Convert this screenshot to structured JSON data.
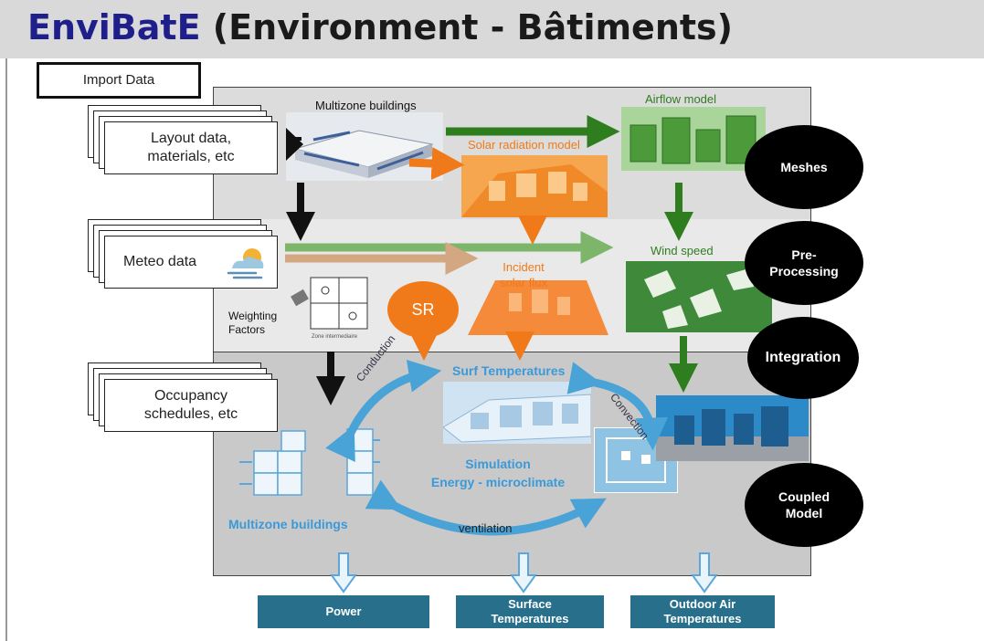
{
  "title": {
    "brand": "EnviBatE",
    "rest": " (Environment - Bâtiments)"
  },
  "import_data": "Import Data",
  "inputs": [
    {
      "label": "Layout data,\nmaterials, etc"
    },
    {
      "label": "Meteo data"
    },
    {
      "label": "Occupancy\nschedules, etc"
    }
  ],
  "stages": [
    {
      "label": "Meshes"
    },
    {
      "label": "Pre-\nProcessing"
    },
    {
      "label": "Integration"
    },
    {
      "label": "Coupled\nModel"
    }
  ],
  "labels": {
    "multizone_top": "Multizone buildings",
    "airflow": "Airflow model",
    "solar_model": "Solar radiation model",
    "wind_speed": "Wind speed",
    "incident_flux": "Incident\nsolar flux",
    "weighting": "Weighting\nFactors",
    "sr": "SR",
    "surf_temp": "Surf Temperatures",
    "conduction": "Conduction",
    "convection": "Convection",
    "simulation": "Simulation\nEnergy - microclimate",
    "multizone_bottom": "Multizone buildings",
    "ventilation": "ventilation",
    "zone_caption": "Zone intermediaire"
  },
  "outputs": [
    {
      "label": "Power"
    },
    {
      "label": "Surface\nTemperatures"
    },
    {
      "label": "Outdoor Air\nTemperatures"
    }
  ],
  "colors": {
    "green": "#2e7d1e",
    "orange": "#f07a1a",
    "blue": "#4aa3d6",
    "output": "#276f8b",
    "brand": "#1f1f8c"
  }
}
